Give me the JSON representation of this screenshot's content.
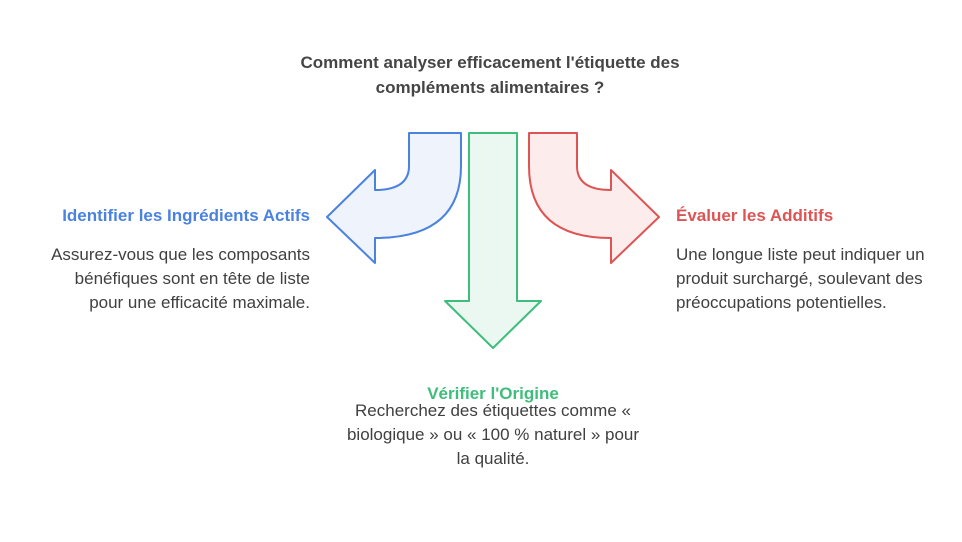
{
  "title": "Comment analyser efficacement l'étiquette des compléments alimentaires ?",
  "branches": {
    "left": {
      "heading": "Identifier les Ingrédients Actifs",
      "description": "Assurez-vous que les composants bénéfiques sont en tête de liste pour une efficacité maximale.",
      "color": "#4a82e0",
      "fill": "#eef3fc"
    },
    "bottom": {
      "heading": "Vérifier l'Origine",
      "description": "Recherchez des étiquettes comme « biologique » ou « 100 % naturel » pour la qualité.",
      "color": "#3fbd7b",
      "fill": "#ebf8f1"
    },
    "right": {
      "heading": "Évaluer les Additifs",
      "description": "Une longue liste peut indiquer un produit surchargé, soulevant des préoccupations potentielles.",
      "color": "#de5454",
      "fill": "#fcecec"
    }
  }
}
